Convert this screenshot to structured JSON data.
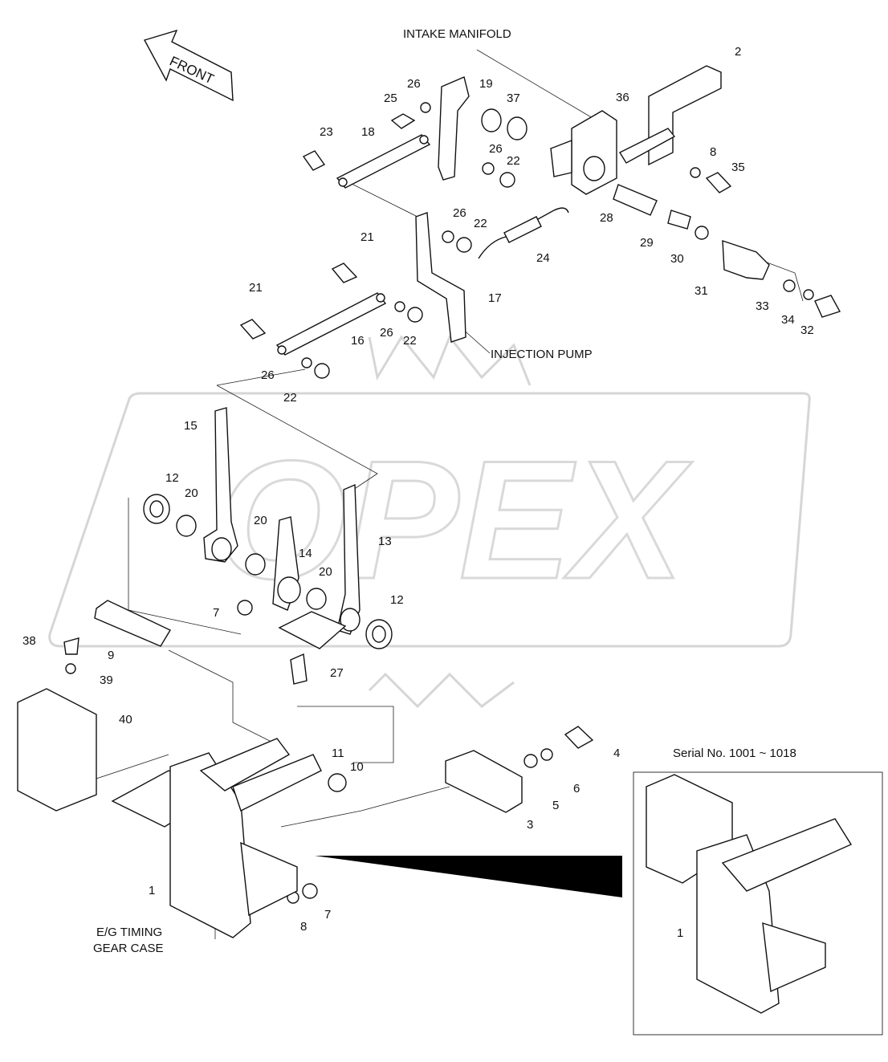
{
  "diagram": {
    "front_label": "FRONT",
    "intake_manifold": "INTAKE MANIFOLD",
    "injection_pump": "INJECTION PUMP",
    "timing_case_line1": "E/G TIMING",
    "timing_case_line2": "GEAR CASE",
    "serial_label": "Serial No. 1001 ~ 1018",
    "watermark": "OPEX",
    "callouts": [
      "1",
      "2",
      "3",
      "4",
      "5",
      "6",
      "7",
      "8",
      "9",
      "10",
      "11",
      "12",
      "13",
      "14",
      "15",
      "16",
      "17",
      "18",
      "19",
      "20",
      "21",
      "22",
      "23",
      "24",
      "25",
      "26",
      "27",
      "28",
      "29",
      "30",
      "31",
      "32",
      "33",
      "34",
      "35",
      "36",
      "37",
      "38",
      "39",
      "40"
    ]
  }
}
